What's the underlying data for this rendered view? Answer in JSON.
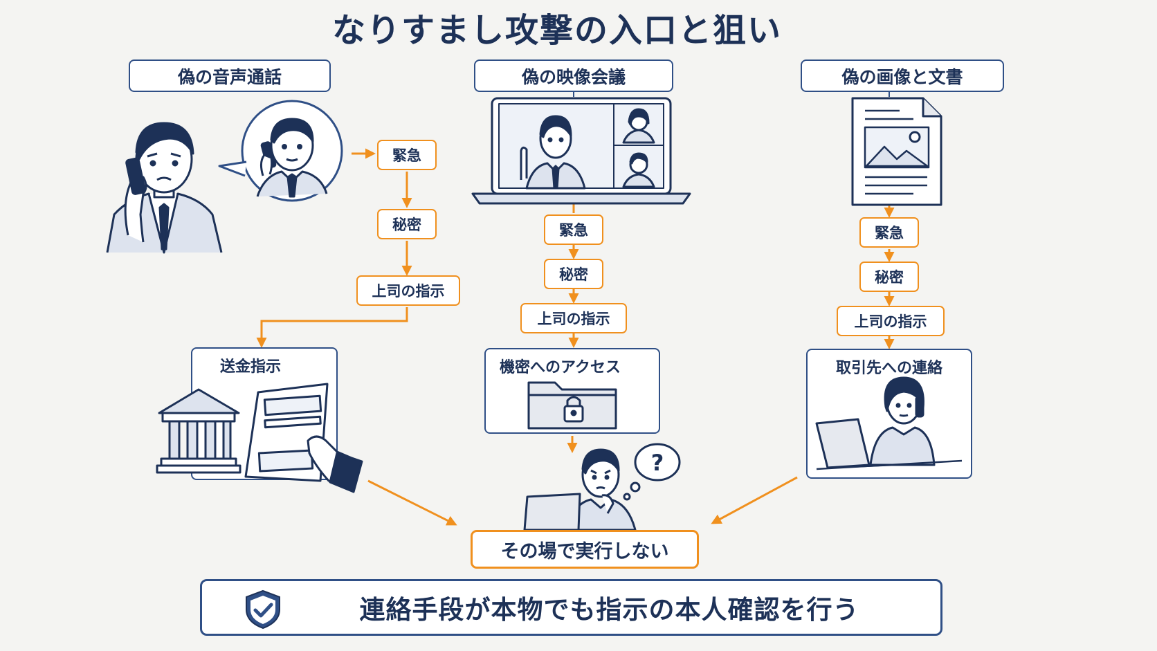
{
  "title": "なりすまし攻撃の入口と狙い",
  "columns": [
    {
      "header": "偽の音声通話",
      "steps": [
        "緊急",
        "秘密",
        "上司の指示"
      ],
      "outcome": "送金指示",
      "icons": [
        "worried-man-on-phone",
        "caller-in-speech-bubble",
        "bank-icon",
        "transfer-form-document"
      ]
    },
    {
      "header": "偽の映像会議",
      "steps": [
        "緊急",
        "秘密",
        "上司の指示"
      ],
      "outcome": "機密へのアクセス",
      "icons": [
        "laptop-video-call",
        "locked-folder-icon"
      ]
    },
    {
      "header": "偽の画像と文書",
      "steps": [
        "緊急",
        "秘密",
        "上司の指示"
      ],
      "outcome": "取引先への連絡",
      "icons": [
        "fake-document-with-image",
        "woman-on-phone-at-laptop"
      ]
    }
  ],
  "thinking_bubble": "?",
  "conclusion": "その場で実行しない",
  "rule": {
    "text": "連絡手段が本物でも指示の本人確認を行う",
    "icon": "shield-check-icon"
  },
  "colors": {
    "navy": "#1d3157",
    "border_blue": "#2f4f86",
    "accent_orange": "#f0901e",
    "background": "#f4f4f2"
  }
}
